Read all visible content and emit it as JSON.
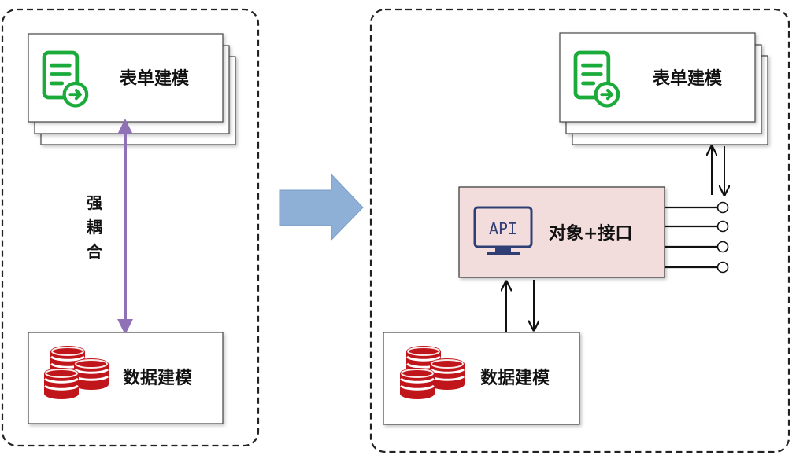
{
  "before": {
    "form_label": "表单建模",
    "data_label": "数据建模",
    "coupling_label": [
      "强",
      "耦",
      "合"
    ]
  },
  "after": {
    "form_label": "表单建模",
    "data_label": "数据建模",
    "api_badge": "API",
    "api_label": "对象+接口"
  },
  "colors": {
    "form_icon": "#1aab3b",
    "db_icon": "#c0161b",
    "coupling_arrow": "#8e72b5",
    "transition_arrow": "#8fb0d6",
    "api_box_fill": "#f3dcdc",
    "api_icon": "#2f3f75"
  },
  "icons": {
    "form": "form-document-icon",
    "database": "database-stack-icon",
    "api": "api-monitor-icon"
  }
}
